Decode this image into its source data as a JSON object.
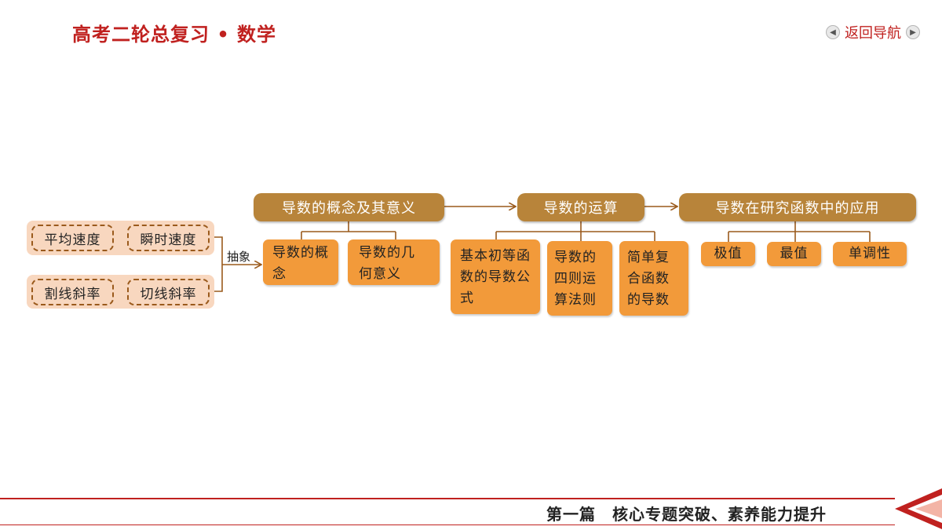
{
  "header": {
    "title": "高考二轮总复习 • 数学",
    "nav_label": "返回导航",
    "prev_icon": "chevron-left-icon",
    "next_icon": "chevron-right-icon"
  },
  "diagram": {
    "left_inputs": {
      "row1": [
        "平均速度",
        "瞬时速度"
      ],
      "row2": [
        "割线斜率",
        "切线斜率"
      ]
    },
    "abstraction_label": "抽象",
    "sections": {
      "concept": {
        "title": "导数的概念及其意义",
        "children": [
          "导数的概念",
          "导数的几何意义"
        ]
      },
      "operation": {
        "title": "导数的运算",
        "children": [
          "基本初等函数的导数公式",
          "导数的四则运算法则",
          "简单复合函数的导数"
        ]
      },
      "application": {
        "title": "导数在研究函数中的应用",
        "children": [
          "极值",
          "最值",
          "单调性"
        ]
      }
    }
  },
  "footer": {
    "text": "第一篇　核心专题突破、素养能力提升"
  },
  "colors": {
    "brand_red": "#c0211f",
    "header_brown": "#b8843a",
    "box_orange": "#f29a3a",
    "input_pink": "#f8d7bf",
    "dash_brown": "#9a5a1c"
  }
}
